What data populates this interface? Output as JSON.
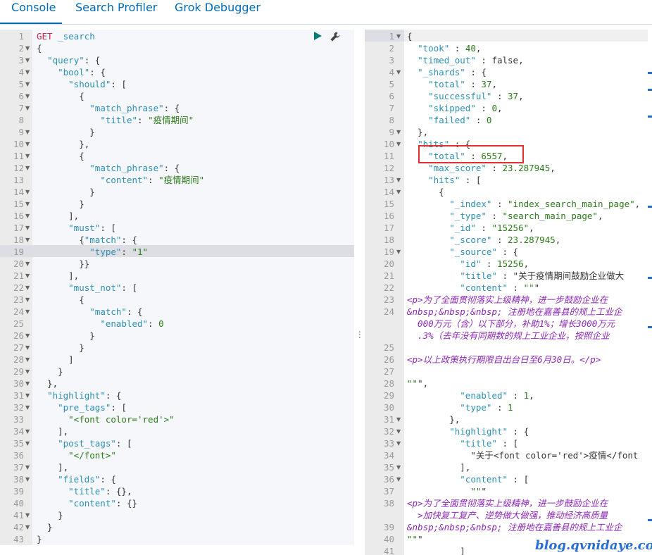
{
  "tabs": [
    {
      "label": "Console"
    },
    {
      "label": "Search Profiler"
    },
    {
      "label": "Grok Debugger"
    }
  ],
  "request": {
    "line_numbers": [
      1,
      2,
      3,
      4,
      5,
      6,
      7,
      8,
      9,
      10,
      11,
      12,
      13,
      14,
      15,
      16,
      17,
      18,
      19,
      20,
      21,
      22,
      23,
      24,
      25,
      26,
      27,
      28,
      29,
      30,
      31,
      32,
      33,
      34,
      35,
      36,
      37,
      38,
      39,
      40,
      41,
      42,
      43
    ],
    "fold_markers": [
      2,
      3,
      4,
      5,
      6,
      7,
      9,
      10,
      11,
      12,
      14,
      15,
      16,
      17,
      18,
      20,
      21,
      22,
      23,
      24,
      26,
      27,
      28,
      29,
      30,
      31,
      32,
      34,
      35,
      37,
      38,
      41,
      42
    ],
    "highlighted_line": 19,
    "method": "GET",
    "url": " _search",
    "body": [
      "{",
      "  \"query\": {",
      "    \"bool\": {",
      "      \"should\": [",
      "        {",
      "          \"match_phrase\": {",
      "            \"title\": \"疫情期间\"",
      "          }",
      "        },",
      "        {",
      "          \"match_phrase\": {",
      "            \"content\": \"疫情期间\"",
      "          }",
      "        }",
      "      ],",
      "      \"must\": [",
      "        {\"match\": {",
      "          \"type\": \"1\"",
      "        }}",
      "      ],",
      "      \"must_not\": [",
      "        {",
      "          \"match\": {",
      "            \"enabled\": 0",
      "          }",
      "        }",
      "      ]",
      "    }",
      "  },",
      "  \"highlight\": {",
      "    \"pre_tags\": [",
      "      \"<font color='red'>\"",
      "    ],",
      "    \"post_tags\": [",
      "      \"</font>\"",
      "    ],",
      "    \"fields\": {",
      "      \"title\": {},",
      "      \"content\": {}",
      "    }",
      "  }",
      "}"
    ]
  },
  "response": {
    "highlighted_line": 1,
    "rows": [
      {
        "n": "1",
        "f": true,
        "t": "{"
      },
      {
        "n": "2",
        "f": false,
        "t": "  \"took\" : 40,"
      },
      {
        "n": "3",
        "f": false,
        "t": "  \"timed_out\" : false,"
      },
      {
        "n": "4",
        "f": true,
        "t": "  \"_shards\" : {"
      },
      {
        "n": "5",
        "f": false,
        "t": "    \"total\" : 37,"
      },
      {
        "n": "6",
        "f": false,
        "t": "    \"successful\" : 37,"
      },
      {
        "n": "7",
        "f": false,
        "t": "    \"skipped\" : 0,"
      },
      {
        "n": "8",
        "f": false,
        "t": "    \"failed\" : 0"
      },
      {
        "n": "9",
        "f": true,
        "t": "  },"
      },
      {
        "n": "10",
        "f": true,
        "t": "  \"hits\" : {"
      },
      {
        "n": "11",
        "f": false,
        "t": "    \"total\" : 6557,"
      },
      {
        "n": "12",
        "f": false,
        "t": "    \"max_score\" : 23.287945,"
      },
      {
        "n": "13",
        "f": true,
        "t": "    \"hits\" : ["
      },
      {
        "n": "14",
        "f": true,
        "t": "      {"
      },
      {
        "n": "15",
        "f": false,
        "t": "        \"_index\" : \"index_search_main_page\","
      },
      {
        "n": "16",
        "f": false,
        "t": "        \"_type\" : \"search_main_page\","
      },
      {
        "n": "17",
        "f": false,
        "t": "        \"_id\" : \"15256\","
      },
      {
        "n": "18",
        "f": false,
        "t": "        \"_score\" : 23.287945,"
      },
      {
        "n": "19",
        "f": true,
        "t": "        \"_source\" : {"
      },
      {
        "n": "20",
        "f": false,
        "t": "          \"id\" : 15256,"
      },
      {
        "n": "21",
        "f": false,
        "t": "          \"title\" : \"关于疫情期间鼓励企业做大"
      },
      {
        "n": "22",
        "f": false,
        "t": "          \"content\" : \"\"\""
      },
      {
        "n": "23",
        "f": false,
        "t": "<p>为了全面贯彻落实上级精神，进一步鼓励企业在",
        "raw": true
      },
      {
        "n": "24",
        "f": false,
        "t": "&nbsp;&nbsp;&nbsp; 注册地在嘉善县的规上工业企",
        "raw": true
      },
      {
        "n": "",
        "f": false,
        "t": "  000万元（含）以下部分，补助1%；增长3000万元",
        "raw": true
      },
      {
        "n": "",
        "f": false,
        "t": "  .3%（去年没有同期数的规上工业企业，按照企业",
        "raw": true
      },
      {
        "n": "25",
        "f": false,
        "t": ""
      },
      {
        "n": "26",
        "f": false,
        "t": "<p>以上政策执行期限自出台日至6月30日。</p>",
        "raw": true
      },
      {
        "n": "27",
        "f": false,
        "t": ""
      },
      {
        "n": "28",
        "f": false,
        "t": "\"\"\","
      },
      {
        "n": "29",
        "f": false,
        "t": "          \"enabled\" : 1,"
      },
      {
        "n": "30",
        "f": false,
        "t": "          \"type\" : 1"
      },
      {
        "n": "31",
        "f": true,
        "t": "        },"
      },
      {
        "n": "32",
        "f": true,
        "t": "        \"highlight\" : {"
      },
      {
        "n": "33",
        "f": true,
        "t": "          \"title\" : ["
      },
      {
        "n": "34",
        "f": false,
        "t": "            \"关于<font color='red'>疫情</font"
      },
      {
        "n": "35",
        "f": true,
        "t": "          ],"
      },
      {
        "n": "36",
        "f": true,
        "t": "          \"content\" : ["
      },
      {
        "n": "37",
        "f": false,
        "t": "            \"\"\""
      },
      {
        "n": "38",
        "f": false,
        "t": "<p>为了全面贯彻落实上级精神，进一步鼓励企业在",
        "raw": true
      },
      {
        "n": "",
        "f": false,
        "t": "  >加快复工复产、逆势做大做强，推动经济高质量",
        "raw": true
      },
      {
        "n": "39",
        "f": false,
        "t": "&nbsp;&nbsp;&nbsp; 注册地在嘉善县的规上工业企",
        "raw": true
      },
      {
        "n": "40",
        "f": false,
        "t": "\"\"\""
      },
      {
        "n": "41",
        "f": false,
        "t": "          ]"
      }
    ]
  },
  "watermark": "blog.qvnidaye.com",
  "colors": {
    "tab_active": "#006bb4",
    "annotation_box": "#e23030",
    "play_button": "#017d73"
  }
}
